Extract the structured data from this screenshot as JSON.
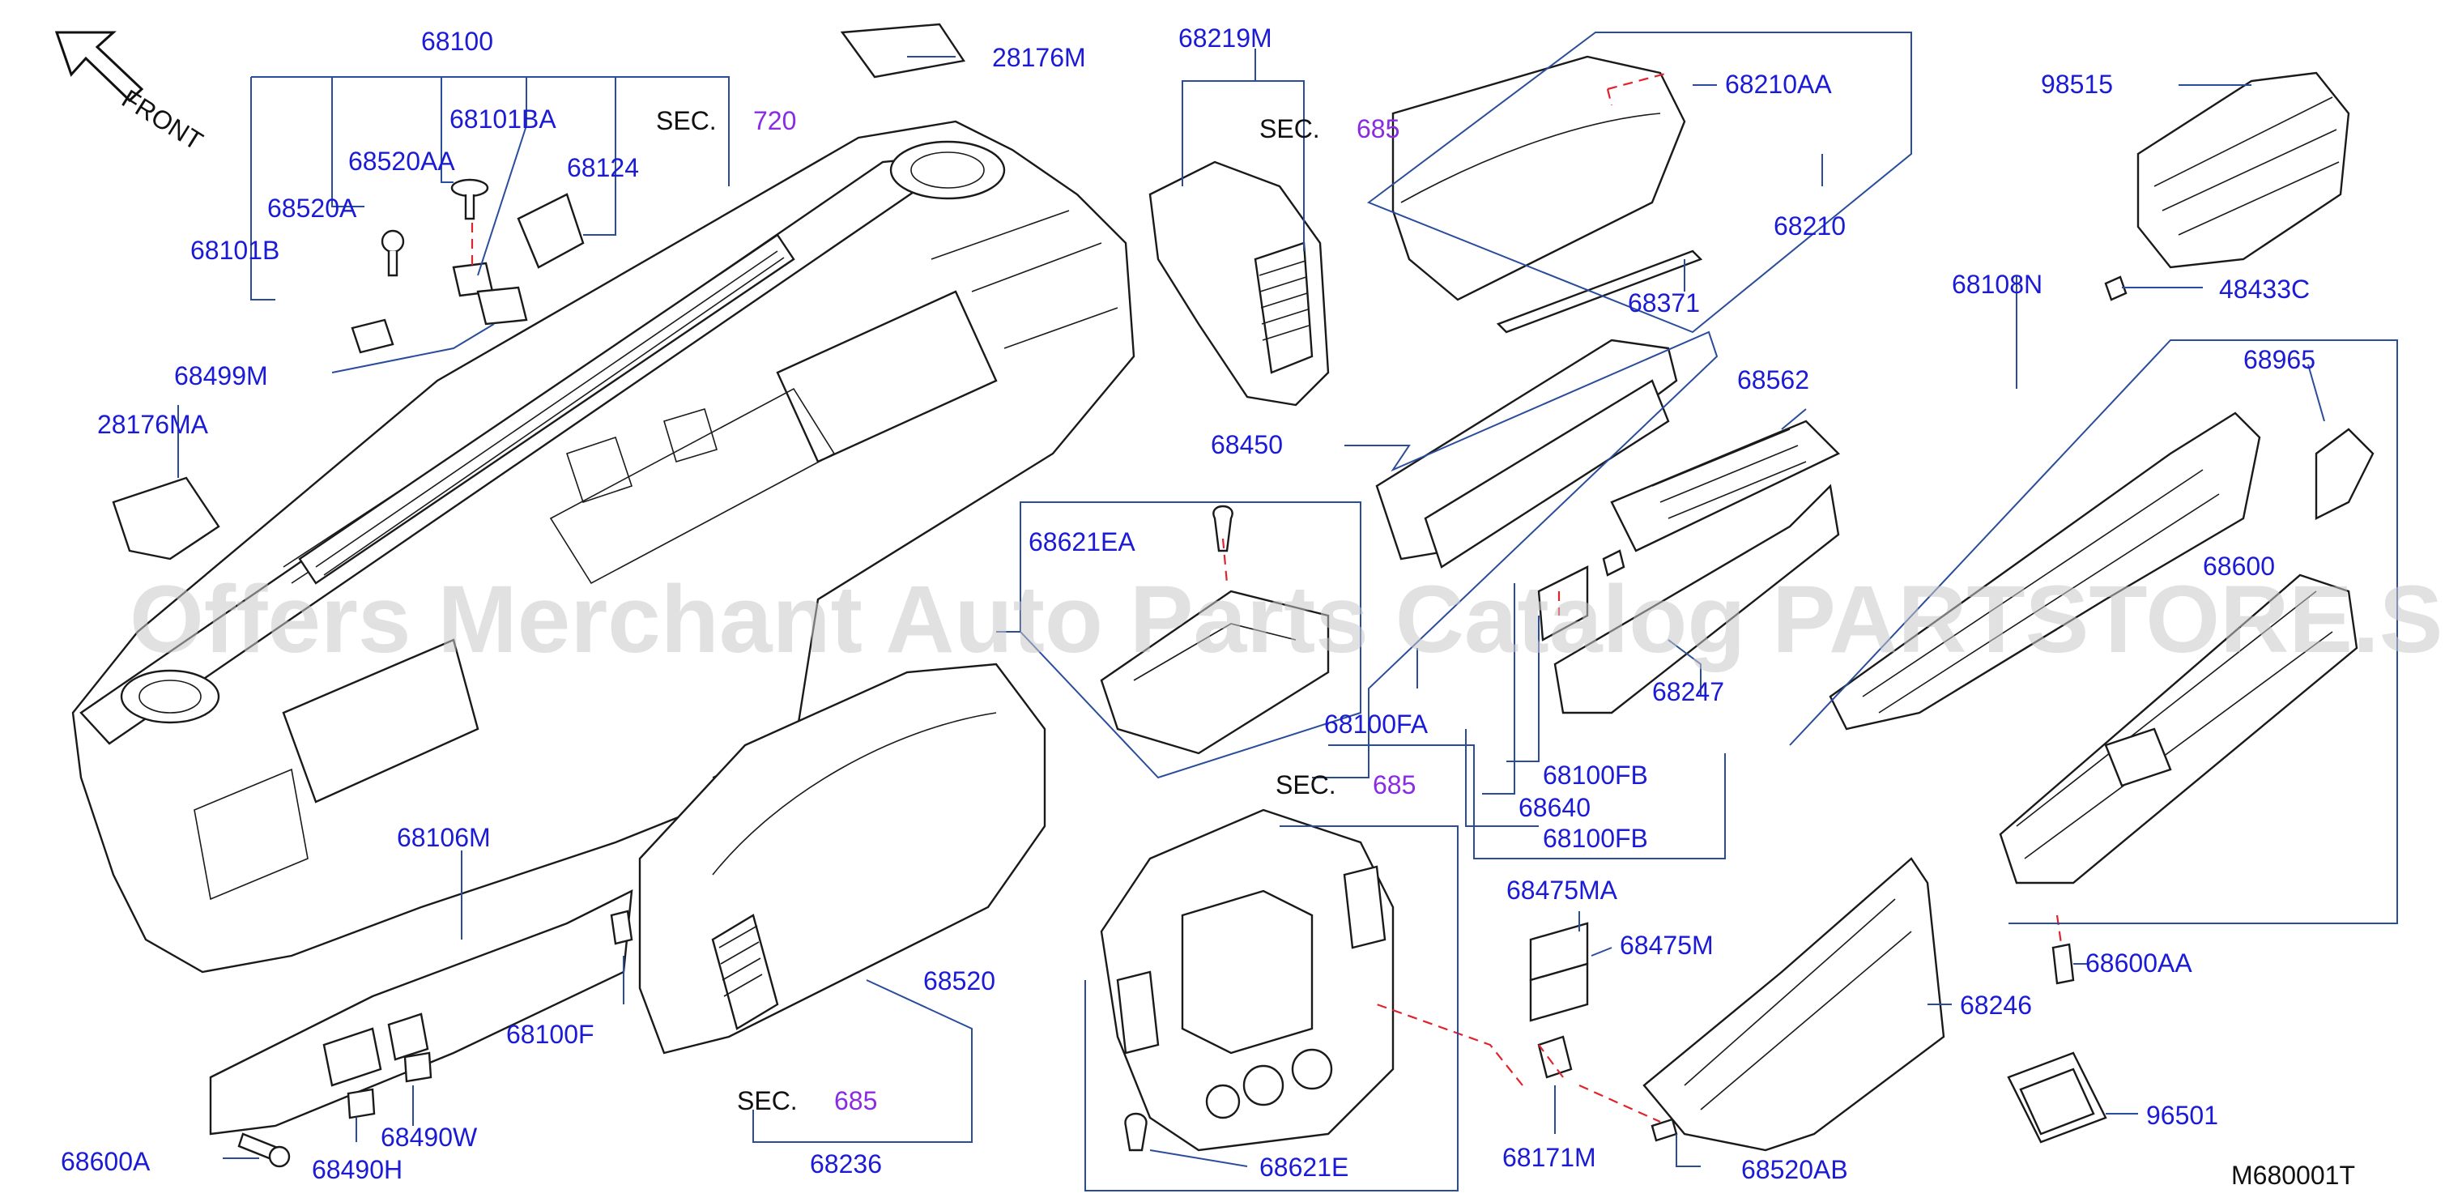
{
  "diagram": {
    "front_label": "FRONT",
    "watermark": "Offers Merchant Auto Parts Catalog PARTSTORE.SA",
    "diagram_code": "M680001T",
    "section_word": "SEC.",
    "sections": [
      "720",
      "685",
      "685",
      "685"
    ],
    "parts": {
      "p68100": "68100",
      "p68101BA": "68101BA",
      "p68520AA": "68520AA",
      "p68124": "68124",
      "p68520A": "68520A",
      "p68101B": "68101B",
      "p68499M": "68499M",
      "p28176MA": "28176MA",
      "p28176M": "28176M",
      "p68219M": "68219M",
      "p68450": "68450",
      "p68210AA": "68210AA",
      "p68210": "68210",
      "p68371": "68371",
      "p98515": "98515",
      "p48433C": "48433C",
      "p68108N": "68108N",
      "p68562": "68562",
      "p68965": "68965",
      "p68600": "68600",
      "p68621EA": "68621EA",
      "p68247": "68247",
      "p68100FA": "68100FA",
      "p68100FB_a": "68100FB",
      "p68640": "68640",
      "p68100FB_b": "68100FB",
      "p68106M": "68106M",
      "p68100F": "68100F",
      "p68520": "68520",
      "p68236": "68236",
      "p68475MA": "68475MA",
      "p68475M": "68475M",
      "p68246": "68246",
      "p68600AA": "68600AA",
      "p68171M": "68171M",
      "p68520AB": "68520AB",
      "p96501": "96501",
      "p68621E": "68621E",
      "p68600A": "68600A",
      "p68490W": "68490W",
      "p68490H": "68490H"
    }
  }
}
